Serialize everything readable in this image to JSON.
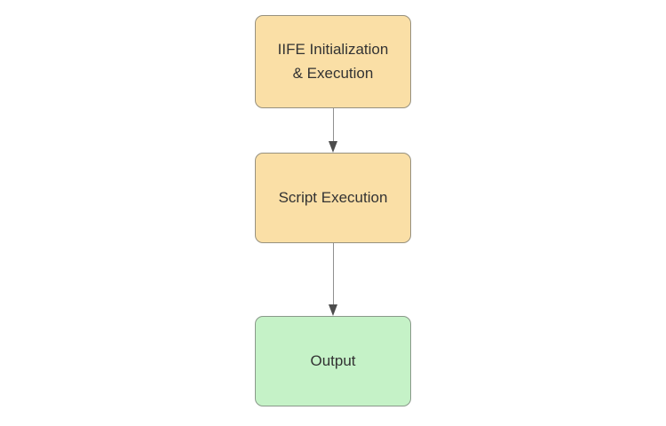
{
  "diagram": {
    "type": "flowchart",
    "background": "#ffffff",
    "text_color": "#333333",
    "nodes": [
      {
        "id": "iife-initialization",
        "label": "IIFE Initialization\n& Execution",
        "fill": "#fadfa6",
        "border": "#97917f",
        "shape": "rounded-rectangle"
      },
      {
        "id": "script-execution",
        "label": "Script Execution",
        "fill": "#fadfa6",
        "border": "#97917f",
        "shape": "rounded-rectangle"
      },
      {
        "id": "output",
        "label": "Output",
        "fill": "#c5f2c7",
        "border": "#8a998a",
        "shape": "rounded-rectangle"
      }
    ],
    "edges": [
      {
        "from": "iife-initialization",
        "to": "script-execution",
        "line_color": "#8f8f8f",
        "arrowhead": "down-triangle",
        "arrowhead_color": "#4d4d4d"
      },
      {
        "from": "script-execution",
        "to": "output",
        "line_color": "#8f8f8f",
        "arrowhead": "down-triangle",
        "arrowhead_color": "#4d4d4d"
      }
    ]
  }
}
